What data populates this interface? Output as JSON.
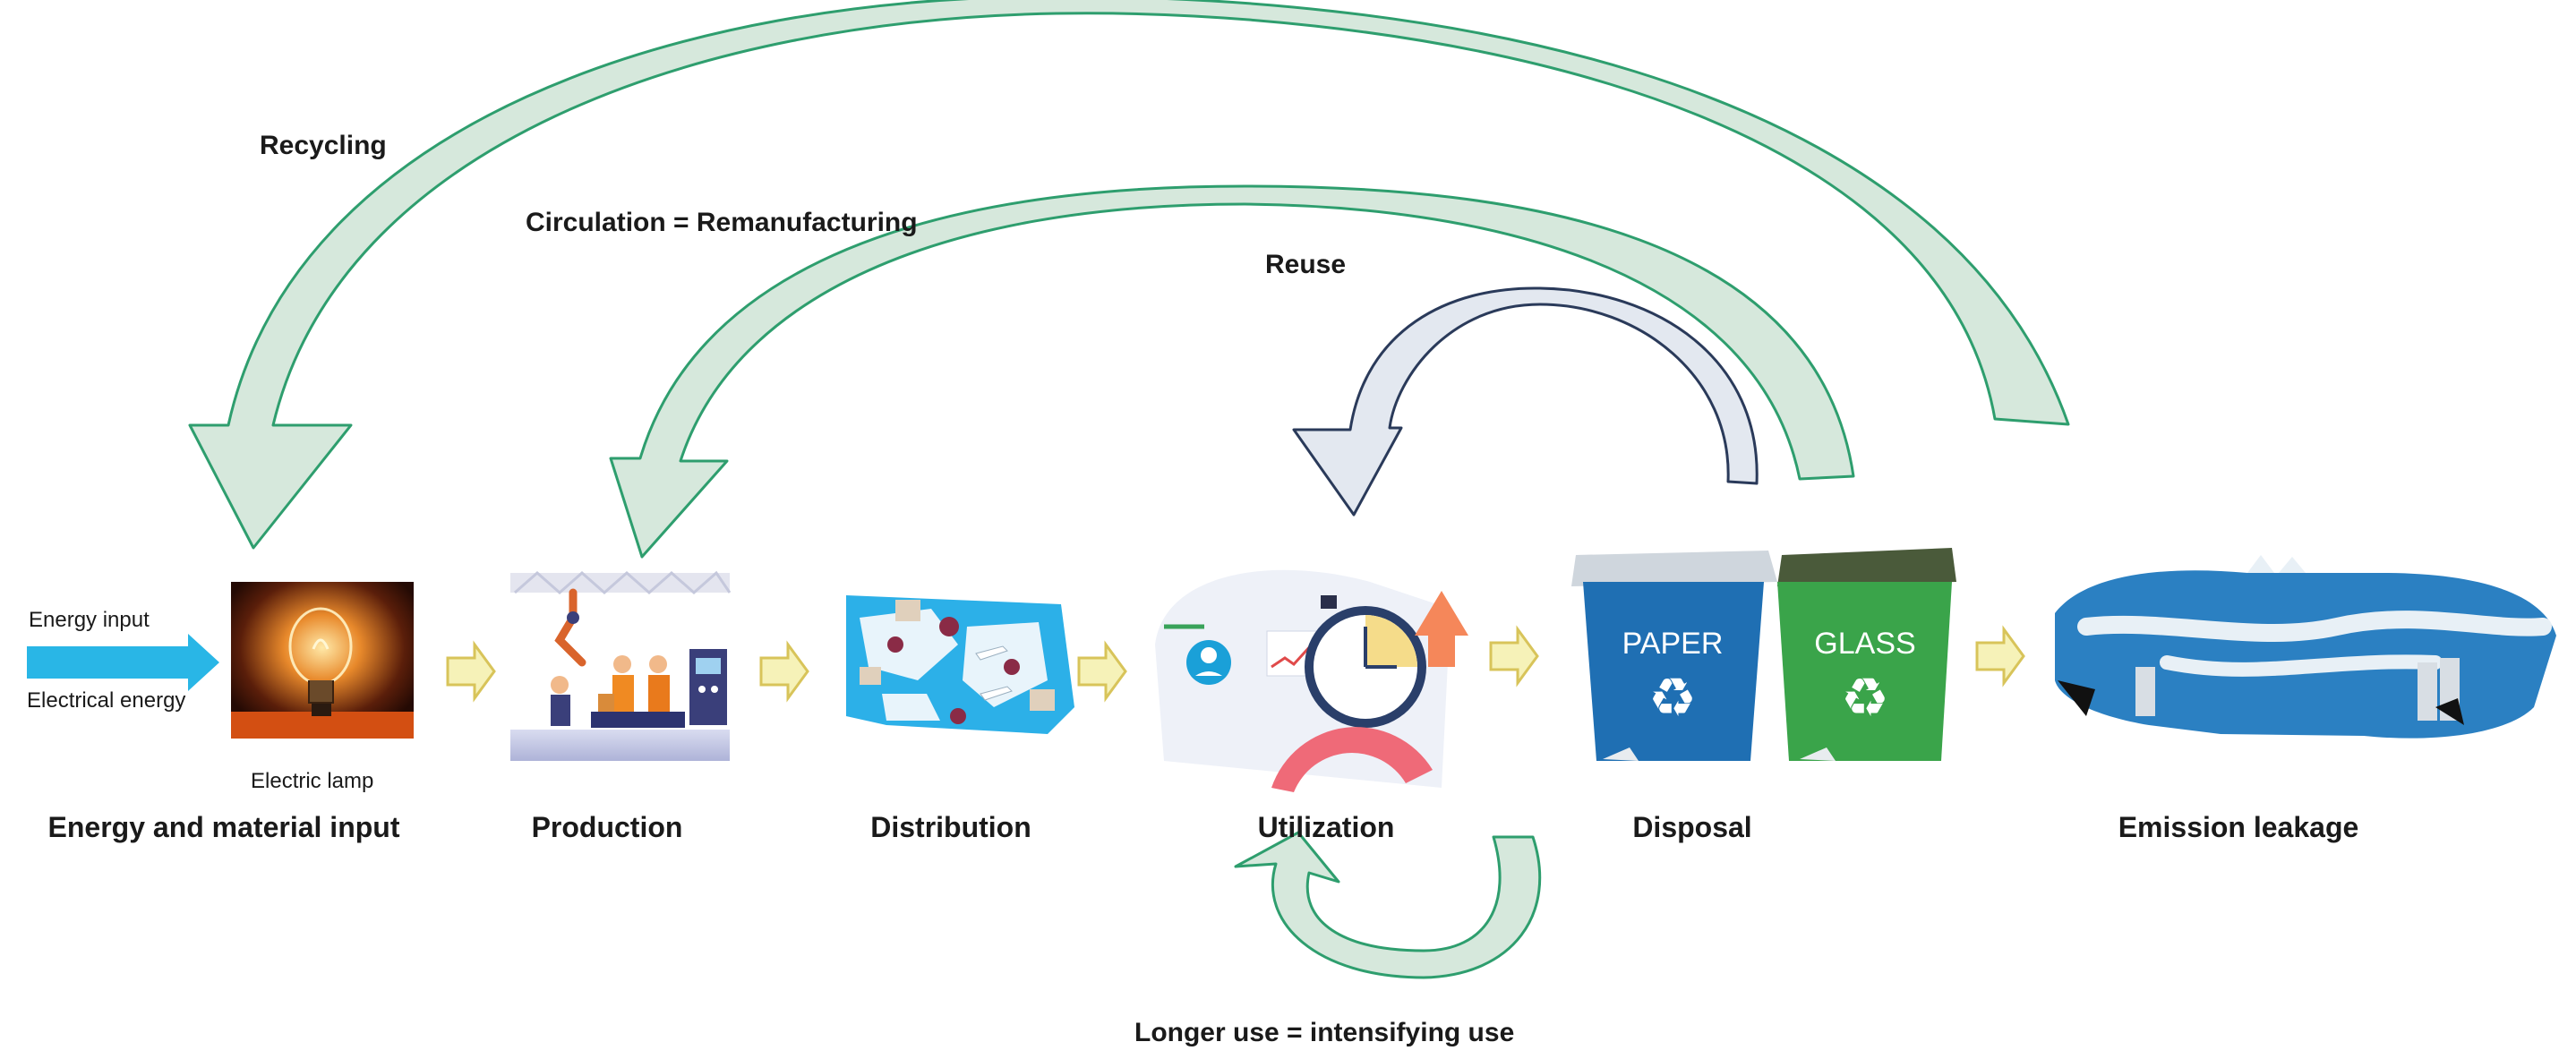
{
  "colors": {
    "loop_fill": "#d6e8dc",
    "loop_stroke": "#2e9e6e",
    "reuse_fill": "#e3e8f0",
    "reuse_stroke": "#2a3a5a",
    "step_arrow_fill": "#f6f2b8",
    "step_arrow_stroke": "#d8c45a",
    "energy_arrow": "#29b6e6",
    "text": "#1a1a1a"
  },
  "loops": {
    "recycling": "Recycling",
    "remanufacturing": "Circulation = Remanufacturing",
    "reuse": "Reuse",
    "longer_use": "Longer use = intensifying use"
  },
  "input": {
    "energy_input": "Energy input",
    "electrical_energy": "Electrical energy",
    "electric_lamp": "Electric lamp"
  },
  "stages": [
    {
      "label": "Energy and material input",
      "icon": "lightbulb-icon"
    },
    {
      "label": "Production",
      "icon": "factory-icon"
    },
    {
      "label": "Distribution",
      "icon": "world-map-icon"
    },
    {
      "label": "Utilization",
      "icon": "stopwatch-icon"
    },
    {
      "label": "Disposal",
      "icon": "recycle-bins-icon"
    },
    {
      "label": "Emission leakage",
      "icon": "polluted-globe-icon"
    }
  ],
  "bins": {
    "paper": "PAPER",
    "glass": "GLASS"
  }
}
